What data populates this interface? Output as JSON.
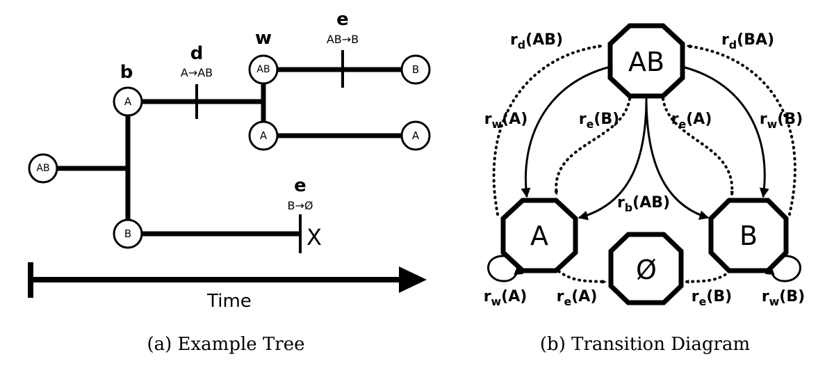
{
  "panel_a": {
    "caption": "(a) Example Tree",
    "nodes": {
      "root": "AB",
      "b_upper": "A",
      "b_lower": "B",
      "w_upper": "AB",
      "w_lower": "A",
      "leaf_top": "B",
      "leaf_mid": "A"
    },
    "events": {
      "b": {
        "label": "b"
      },
      "d": {
        "label": "d",
        "detail": "A→AB"
      },
      "w": {
        "label": "w"
      },
      "e_top": {
        "label": "e",
        "detail": "AB→B"
      },
      "e_bottom": {
        "label": "e",
        "detail": "B→Ø"
      }
    },
    "extinction_mark": "X",
    "time_axis_label": "Time"
  },
  "panel_b": {
    "caption": "(b) Transition Diagram",
    "states": {
      "ab": "AB",
      "a": "A",
      "b": "B",
      "empty": "Ø"
    },
    "rates": {
      "rd_ab": {
        "base": "r",
        "sub": "d",
        "arg": "(AB)"
      },
      "rd_ba": {
        "base": "r",
        "sub": "d",
        "arg": "(BA)"
      },
      "rw_a": {
        "base": "r",
        "sub": "w",
        "arg": "(A)"
      },
      "re_b": {
        "base": "r",
        "sub": "e",
        "arg": "(B)"
      },
      "re_a": {
        "base": "r",
        "sub": "e",
        "arg": "(A)"
      },
      "rw_b": {
        "base": "r",
        "sub": "w",
        "arg": "(B)"
      },
      "rb_ab": {
        "base": "r",
        "sub": "b",
        "arg": "(AB)"
      },
      "rw_a_loop": {
        "base": "r",
        "sub": "w",
        "arg": "(A)"
      },
      "re_a_bot": {
        "base": "r",
        "sub": "e",
        "arg": "(A)"
      },
      "re_b_bot": {
        "base": "r",
        "sub": "e",
        "arg": "(B)"
      },
      "rw_b_loop": {
        "base": "r",
        "sub": "w",
        "arg": "(B)"
      }
    }
  }
}
